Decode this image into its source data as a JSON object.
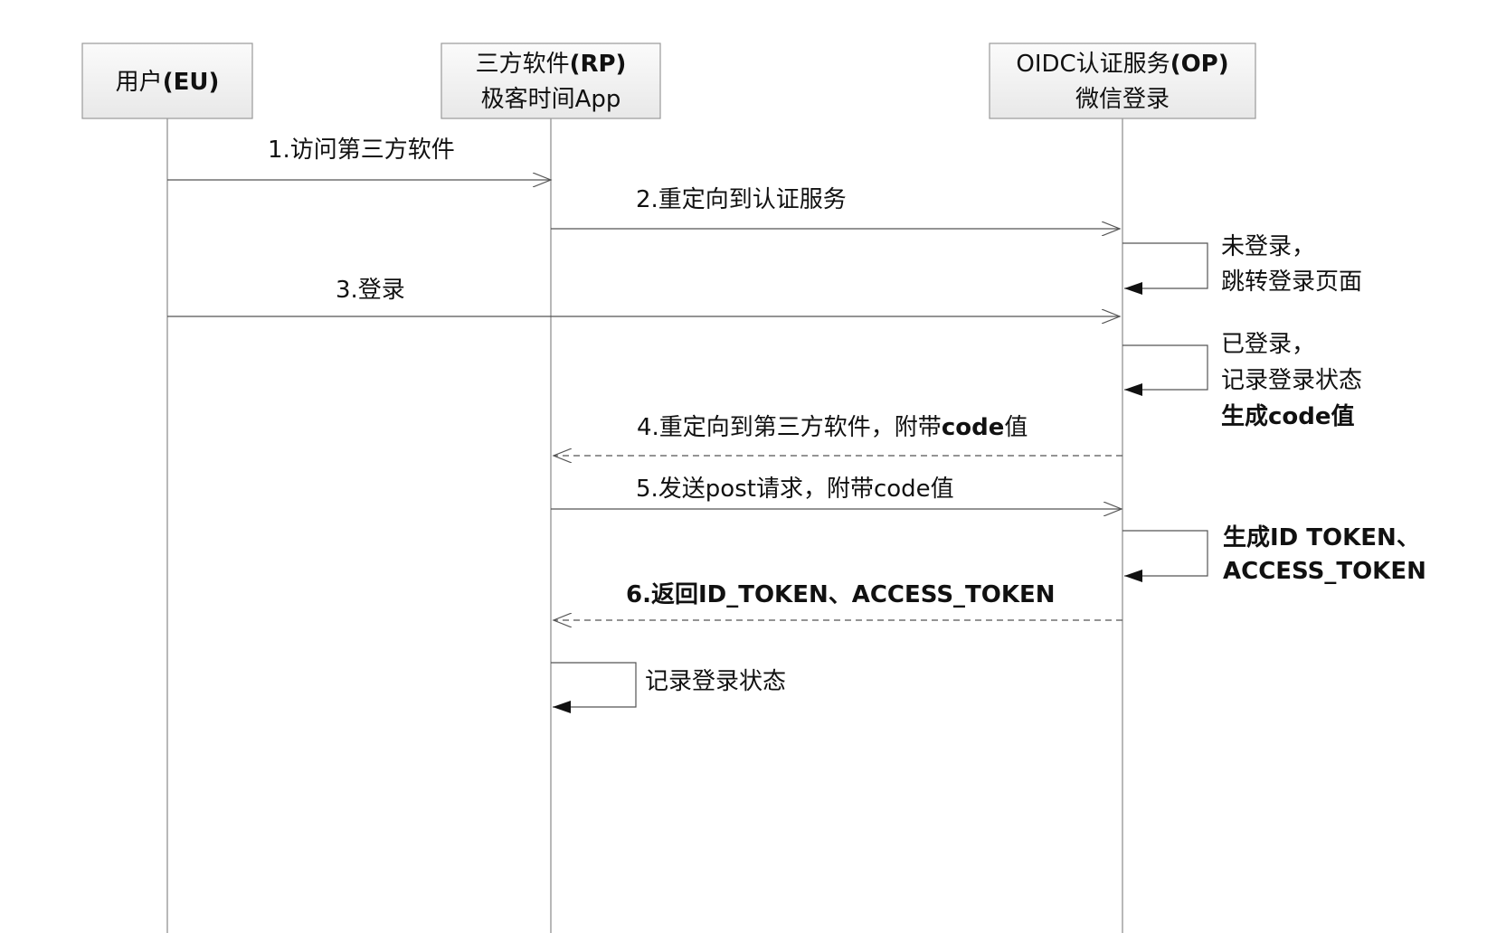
{
  "actors": [
    {
      "id": "eu",
      "parts": [
        {
          "text": "用户",
          "bold": false
        },
        {
          "text": "(EU)",
          "bold": true
        }
      ],
      "line2": ""
    },
    {
      "id": "rp",
      "parts": [
        {
          "text": "三方软件",
          "bold": false
        },
        {
          "text": "(RP)",
          "bold": true
        }
      ],
      "line2": "极客时间App"
    },
    {
      "id": "op",
      "parts": [
        {
          "text": "OIDC认证服务",
          "bold": false
        },
        {
          "text": "(OP)",
          "bold": true
        }
      ],
      "line2": "微信登录"
    }
  ],
  "messages": [
    {
      "from": "eu",
      "to": "rp",
      "text": "1.访问第三方软件",
      "bold": false,
      "dashed": false
    },
    {
      "from": "rp",
      "to": "op",
      "text": "2.重定向到认证服务",
      "bold": false,
      "dashed": false
    },
    {
      "from": "eu",
      "to": "op",
      "text": "3.登录",
      "bold": false,
      "dashed": false
    },
    {
      "from": "op",
      "to": "rp",
      "parts": [
        {
          "text": "4.重定向到第三方软件，附带",
          "bold": false
        },
        {
          "text": "code",
          "bold": true
        },
        {
          "text": "值",
          "bold": false
        }
      ],
      "dashed": true
    },
    {
      "from": "rp",
      "to": "op",
      "text": "5.发送post请求，附带code值",
      "bold": false,
      "dashed": false
    },
    {
      "from": "op",
      "to": "rp",
      "text": "6.返回ID_TOKEN、ACCESS_TOKEN",
      "bold": true,
      "dashed": true
    }
  ],
  "self_messages": [
    {
      "actor": "op",
      "lines": [
        {
          "text": "未登录，",
          "bold": false
        },
        {
          "text": "跳转登录页面",
          "bold": false
        }
      ]
    },
    {
      "actor": "op",
      "lines": [
        {
          "text": "已登录，",
          "bold": false
        },
        {
          "text": "记录登录状态",
          "bold": false
        },
        {
          "text": "生成code值",
          "bold": true
        }
      ]
    },
    {
      "actor": "op",
      "lines": [
        {
          "text": "生成ID TOKEN、",
          "bold": true
        },
        {
          "text": "ACCESS_TOKEN",
          "bold": true
        }
      ]
    },
    {
      "actor": "rp",
      "lines": [
        {
          "text": "记录登录状态",
          "bold": false
        }
      ]
    }
  ],
  "colors": {
    "box_top": "#fbfbfb",
    "box_bottom": "#e8e8e8",
    "line": "#555555",
    "lifeline": "#8a8a8a"
  }
}
